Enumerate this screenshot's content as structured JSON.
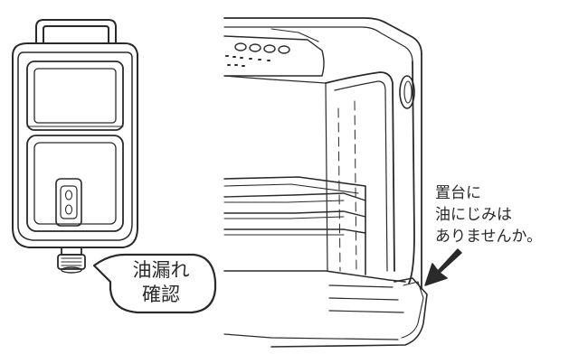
{
  "bubble": {
    "lines": [
      "油漏れ",
      "確認"
    ]
  },
  "note": {
    "lines": [
      "置台に",
      "油にじみは",
      "ありませんか。"
    ]
  },
  "colors": {
    "ink": "#2a2a2a",
    "paper": "#ffffff"
  },
  "icons": {
    "note_arrow": "arrow-down-left-icon",
    "tank_cap": "fuel-cap-icon"
  }
}
